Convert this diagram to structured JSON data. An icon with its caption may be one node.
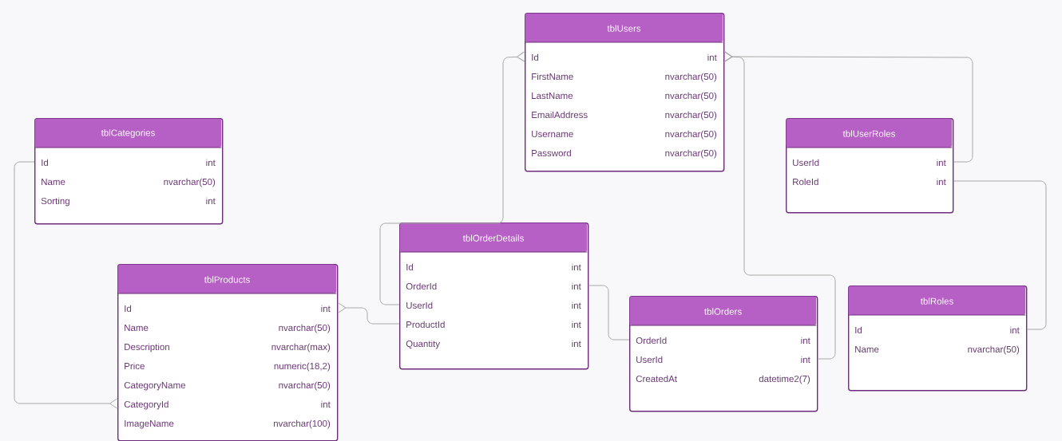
{
  "diagram": {
    "nodes": [
      {
        "text": [
          "tblUsers",
          "Id",
          "int",
          "FirstName",
          "nvarchar(50)",
          "LastName",
          "nvarchar(50)",
          "EmailAddress",
          "nvarchar(50)",
          "Username",
          "nvarchar(50)",
          "Password",
          "nvarchar(50)"
        ]
      },
      {
        "text": [
          "tblCategories",
          "Id",
          "int",
          "Name",
          "nvarchar(50)",
          "Sorting",
          "int"
        ]
      },
      {
        "text": [
          "tblUserRoles",
          "UserId",
          "int",
          "RoleId",
          "int"
        ]
      },
      {
        "text": [
          "tblOrderDetails",
          "Id",
          "int",
          "OrderId",
          "int",
          "UserId",
          "int",
          "ProductId",
          "int",
          "Quantity",
          "int"
        ]
      },
      {
        "text": [
          "tblProducts",
          "Id",
          "int",
          "Name",
          "nvarchar(50)",
          "Description",
          "nvarchar(max)",
          "Price",
          "numeric(18,2)",
          "CategoryName",
          "nvarchar(50)",
          "CategoryId",
          "int",
          "ImageName",
          "nvarchar(100)"
        ]
      },
      {
        "text": [
          "tblOrders",
          "OrderId",
          "int",
          "UserId",
          "int",
          "CreatedAt",
          "datetime2(7)"
        ]
      },
      {
        "text": [
          "tblRoles",
          "Id",
          "int",
          "Name",
          "nvarchar(50)"
        ]
      }
    ],
    "edges": [
      {
        "from": 3,
        "to": 0,
        "arrow": "other"
      },
      {
        "from": 2,
        "to": 0,
        "arrow": "other"
      },
      {
        "from": 5,
        "to": 0,
        "arrow": "other"
      },
      {
        "from": 3,
        "to": 4,
        "arrow": "other"
      },
      {
        "from": 1,
        "to": 4,
        "arrow": "other"
      },
      {
        "from": 3,
        "to": 5,
        "arrow": "none"
      },
      {
        "from": 2,
        "to": 6,
        "arrow": "none"
      }
    ]
  }
}
